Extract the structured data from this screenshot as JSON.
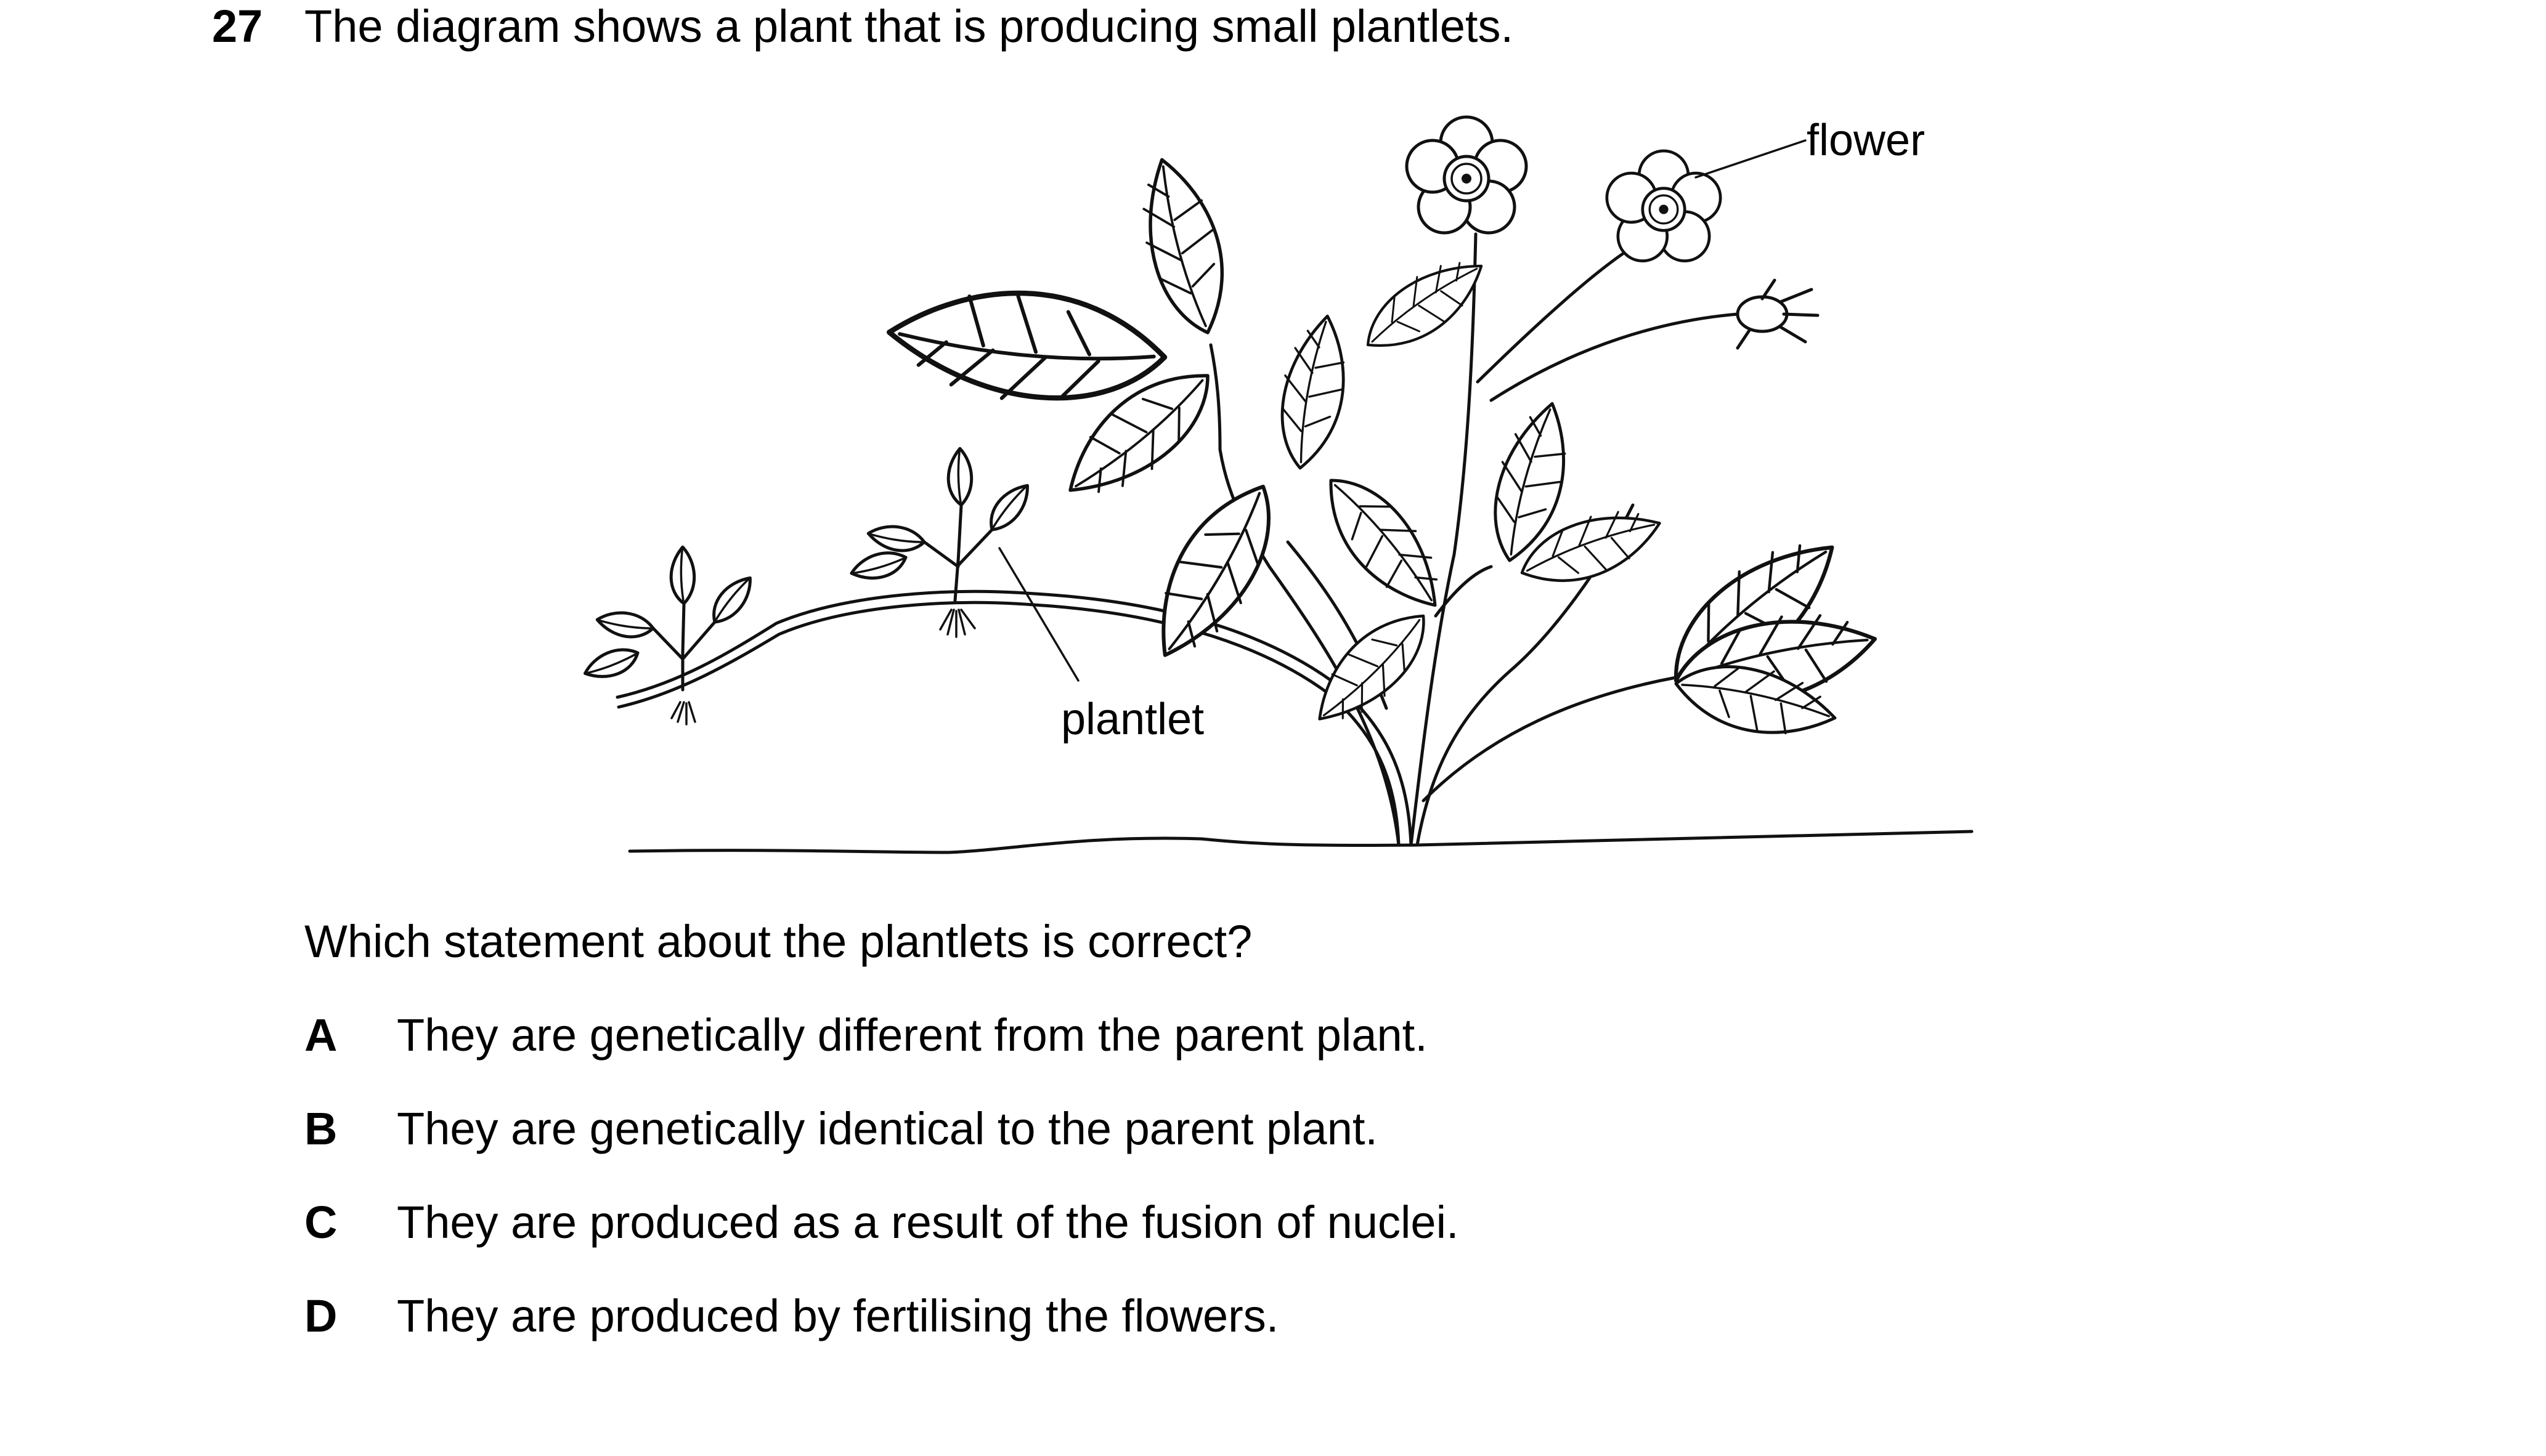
{
  "question": {
    "number": "27",
    "stem": "The diagram shows a plant that is producing small plantlets.",
    "prompt": "Which statement about the plantlets is correct?"
  },
  "diagram": {
    "labels": {
      "flower": "flower",
      "plantlet": "plantlet"
    }
  },
  "options": [
    {
      "letter": "A",
      "text": "They are genetically different from the parent plant."
    },
    {
      "letter": "B",
      "text": "They are genetically identical to the parent plant."
    },
    {
      "letter": "C",
      "text": "They are produced as a result of the fusion of nuclei."
    },
    {
      "letter": "D",
      "text": "They are produced by fertilising the flowers."
    }
  ]
}
